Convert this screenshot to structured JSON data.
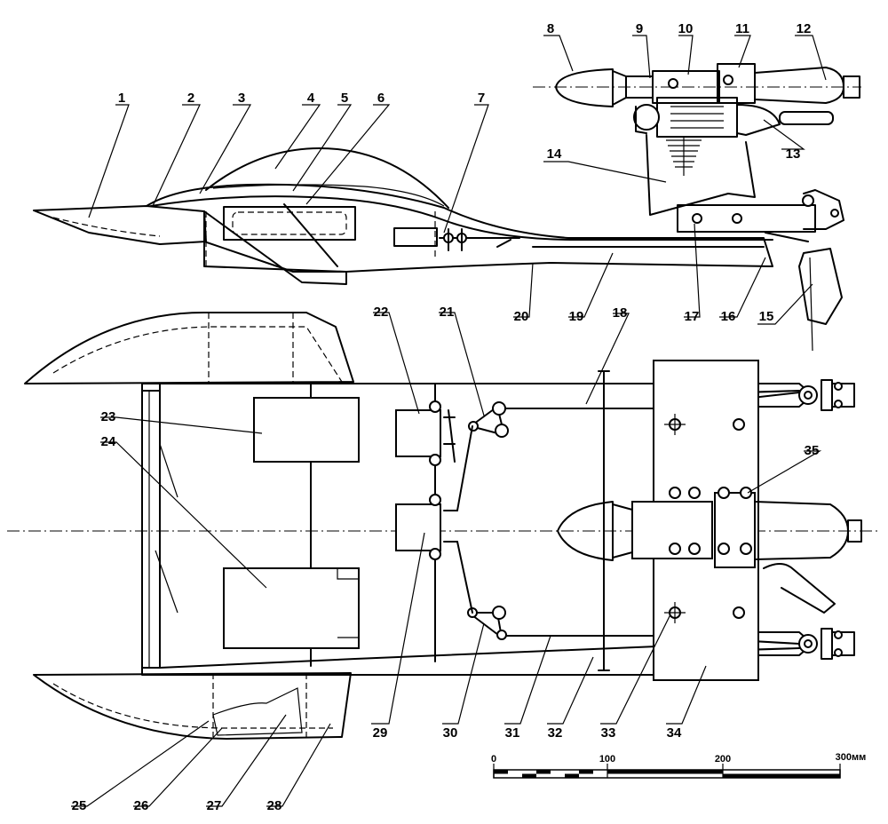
{
  "callouts": [
    "1",
    "2",
    "3",
    "4",
    "5",
    "6",
    "7",
    "8",
    "9",
    "10",
    "11",
    "12",
    "13",
    "14",
    "15",
    "16",
    "17",
    "18",
    "19",
    "20",
    "21",
    "22",
    "23",
    "24",
    "25",
    "26",
    "27",
    "28",
    "29",
    "30",
    "31",
    "32",
    "33",
    "34",
    "35"
  ],
  "scale": {
    "ticks": [
      "0",
      "100",
      "200",
      "300мм"
    ]
  }
}
